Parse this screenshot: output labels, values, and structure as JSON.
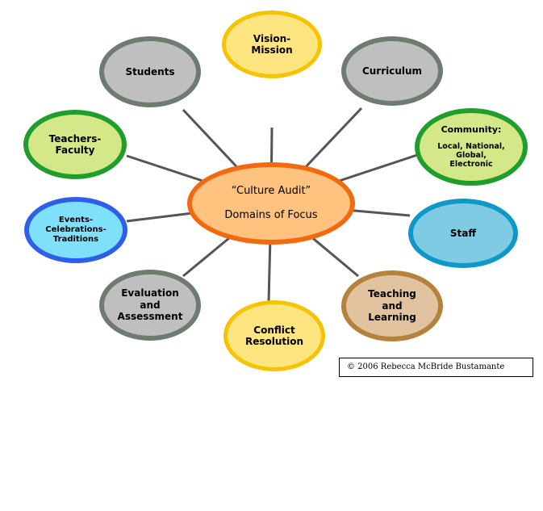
{
  "center": {
    "line1": "“Culture Audit”",
    "line2": "Domains of Focus",
    "fill": "#FFC27F",
    "border": "#F26A0F"
  },
  "nodes": [
    {
      "id": "vision-mission",
      "label": "Vision-\nMission",
      "fill": "#FFE57F",
      "border": "#F5C300"
    },
    {
      "id": "curriculum",
      "label": "Curriculum",
      "fill": "#BFBFBF",
      "border": "#6F7A70"
    },
    {
      "id": "community",
      "label": "Community:",
      "sublabel": "Local, National,\nGlobal,\nElectronic",
      "fill": "#D4E88A",
      "border": "#1F9E2E"
    },
    {
      "id": "staff",
      "label": "Staff",
      "fill": "#7ECBE3",
      "border": "#0E98C8"
    },
    {
      "id": "teaching-learning",
      "label": "Teaching\nand\nLearning",
      "fill": "#E2C3A0",
      "border": "#B5823D"
    },
    {
      "id": "conflict-resolution",
      "label": "Conflict\nResolution",
      "fill": "#FFE57F",
      "border": "#F5C300"
    },
    {
      "id": "evaluation-assessment",
      "label": "Evaluation\nand\nAssessment",
      "fill": "#BFBFBF",
      "border": "#6F7A70"
    },
    {
      "id": "events-celebrations-traditions",
      "label": "Events-\nCelebrations-\nTraditions",
      "fill": "#7FE0FA",
      "border": "#2F5FE8"
    },
    {
      "id": "teachers-faculty",
      "label": "Teachers-\nFaculty",
      "fill": "#D4E88A",
      "border": "#1F9E2E"
    },
    {
      "id": "students",
      "label": "Students",
      "fill": "#BFBFBF",
      "border": "#6F7A70"
    }
  ],
  "connector_color": "#555555",
  "copyright": "© 2006 Rebecca McBride Bustamante"
}
